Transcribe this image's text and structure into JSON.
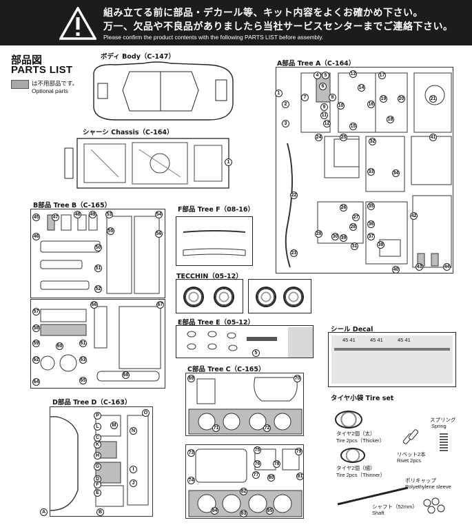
{
  "header": {
    "line1": "組み立てる前に部品・デカール等、キット内容をよくお確かめ下さい。",
    "line2": "万一、欠品や不良品がありましたら当社サービスセンターまでご連絡下さい。",
    "line3": "Please confirm the product contents with the following PARTS LIST before assembly."
  },
  "title": {
    "jp": "部品図",
    "en": "PARTS LIST"
  },
  "legend": {
    "jp": "は不用部品です。",
    "en": "Optional parts"
  },
  "sections": {
    "body": "ボディ Body（C-147）",
    "chassis": "シャーシ Chassis（C-164）",
    "tree_a": "A部品 Tree A（C-164）",
    "tree_b": "B部品 Tree B（C-165）",
    "tree_f": "F部品 Tree F（08-16）",
    "tecchin": "TECCHIN（05-12）",
    "tree_e": "E部品 Tree E（05-12）",
    "decal": "シール Decal",
    "tree_c": "C部品 Tree C（C-165）",
    "tree_d": "D部品 Tree D（C-163）",
    "tire_set": "タイヤ小袋 Tire set"
  },
  "tire_set": {
    "tire_thick": "タイヤ2個（太）",
    "tire_thick_en": "Tire 2pcs（Thicker）",
    "tire_thin": "タイヤ2個（細）",
    "tire_thin_en": "Tire 2pcs（Thinner）",
    "spring": "スプリング",
    "spring_en": "Spring",
    "rivet": "リベット2本",
    "rivet_en": "Rivet 2pcs",
    "poly": "ポリキャップ",
    "poly_en": "Polyethylene sleeve",
    "shaft": "シャフト（52mm）",
    "shaft_en": "Shaft"
  },
  "tree_a_numbers": [
    "1",
    "2",
    "3",
    "4",
    "5",
    "6",
    "7",
    "8",
    "9",
    "10",
    "11",
    "12",
    "13",
    "14",
    "15",
    "16",
    "17",
    "18",
    "19",
    "20",
    "21",
    "22",
    "23",
    "24",
    "25",
    "26",
    "27",
    "28",
    "29",
    "30",
    "31",
    "32",
    "33",
    "34",
    "35",
    "36",
    "37",
    "38",
    "39",
    "40",
    "41",
    "42",
    "43",
    "44"
  ],
  "tree_b_numbers": [
    "45",
    "46",
    "47",
    "48",
    "49",
    "50",
    "51",
    "52",
    "53",
    "54",
    "55",
    "56",
    "57",
    "58",
    "59",
    "60",
    "61",
    "62",
    "63",
    "64",
    "65",
    "66",
    "67",
    "68"
  ],
  "tree_c_numbers": [
    "69",
    "70",
    "71",
    "72",
    "73",
    "74",
    "75",
    "76",
    "77",
    "78",
    "79",
    "80",
    "81",
    "82",
    "83",
    "84",
    "85"
  ],
  "tree_d_letters": [
    "A",
    "B",
    "C",
    "D",
    "E",
    "F",
    "G",
    "H",
    "I",
    "J",
    "K",
    "L",
    "M",
    "N",
    "O",
    "P"
  ],
  "chassis_number": "1",
  "tree_e_number": "5",
  "decal_strip": [
    "45 41",
    "45 41",
    "45 41"
  ]
}
